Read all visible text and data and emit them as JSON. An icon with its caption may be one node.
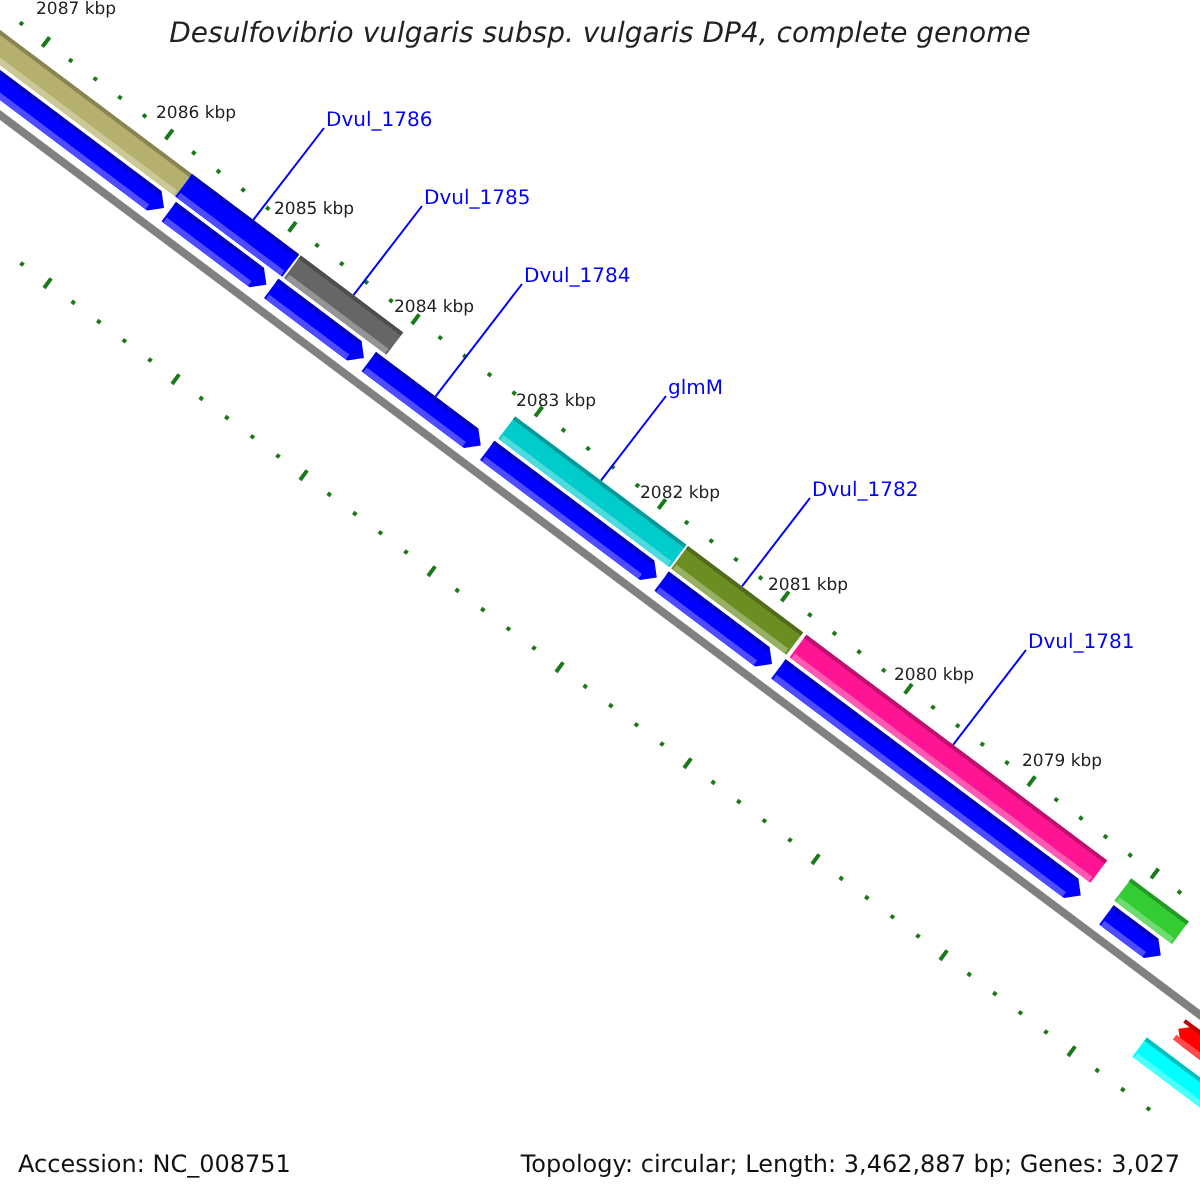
{
  "diagram": {
    "title": "Desulfovibrio vulgaris subsp. vulgaris DP4, complete genome",
    "nodes": [
      {
        "text": [
          "Dvul_1786"
        ]
      },
      {
        "text": [],
        "shape": "bar"
      },
      {
        "text": [
          "Dvul_1785"
        ]
      },
      {
        "text": [],
        "shape": "bar"
      },
      {
        "text": [
          "Dvul_1784"
        ]
      },
      {
        "text": [],
        "shape": "bar"
      },
      {
        "text": [
          "glmM"
        ]
      },
      {
        "text": [],
        "shape": "bar"
      },
      {
        "text": [
          "Dvul_1782"
        ]
      },
      {
        "text": [],
        "shape": "bar"
      },
      {
        "text": [
          "Dvul_1781"
        ]
      },
      {
        "text": [],
        "shape": "bar"
      }
    ],
    "edges": [
      {
        "from": 0,
        "to": 1,
        "arrow": "none"
      },
      {
        "from": 2,
        "to": 3,
        "arrow": "none"
      },
      {
        "from": 4,
        "to": 5,
        "arrow": "none"
      },
      {
        "from": 6,
        "to": 7,
        "arrow": "none"
      },
      {
        "from": 8,
        "to": 9,
        "arrow": "none"
      },
      {
        "from": 10,
        "to": 11,
        "arrow": "none"
      }
    ],
    "labels": [
      "2087 kbp",
      "2086 kbp",
      "2085 kbp",
      "2084 kbp",
      "2083 kbp",
      "2082 kbp",
      "2081 kbp",
      "2080 kbp",
      "2079 kbp",
      "Accession: NC_008751",
      "Topology: circular; Length: 3,462,887 bp; Genes: 3,027"
    ]
  }
}
